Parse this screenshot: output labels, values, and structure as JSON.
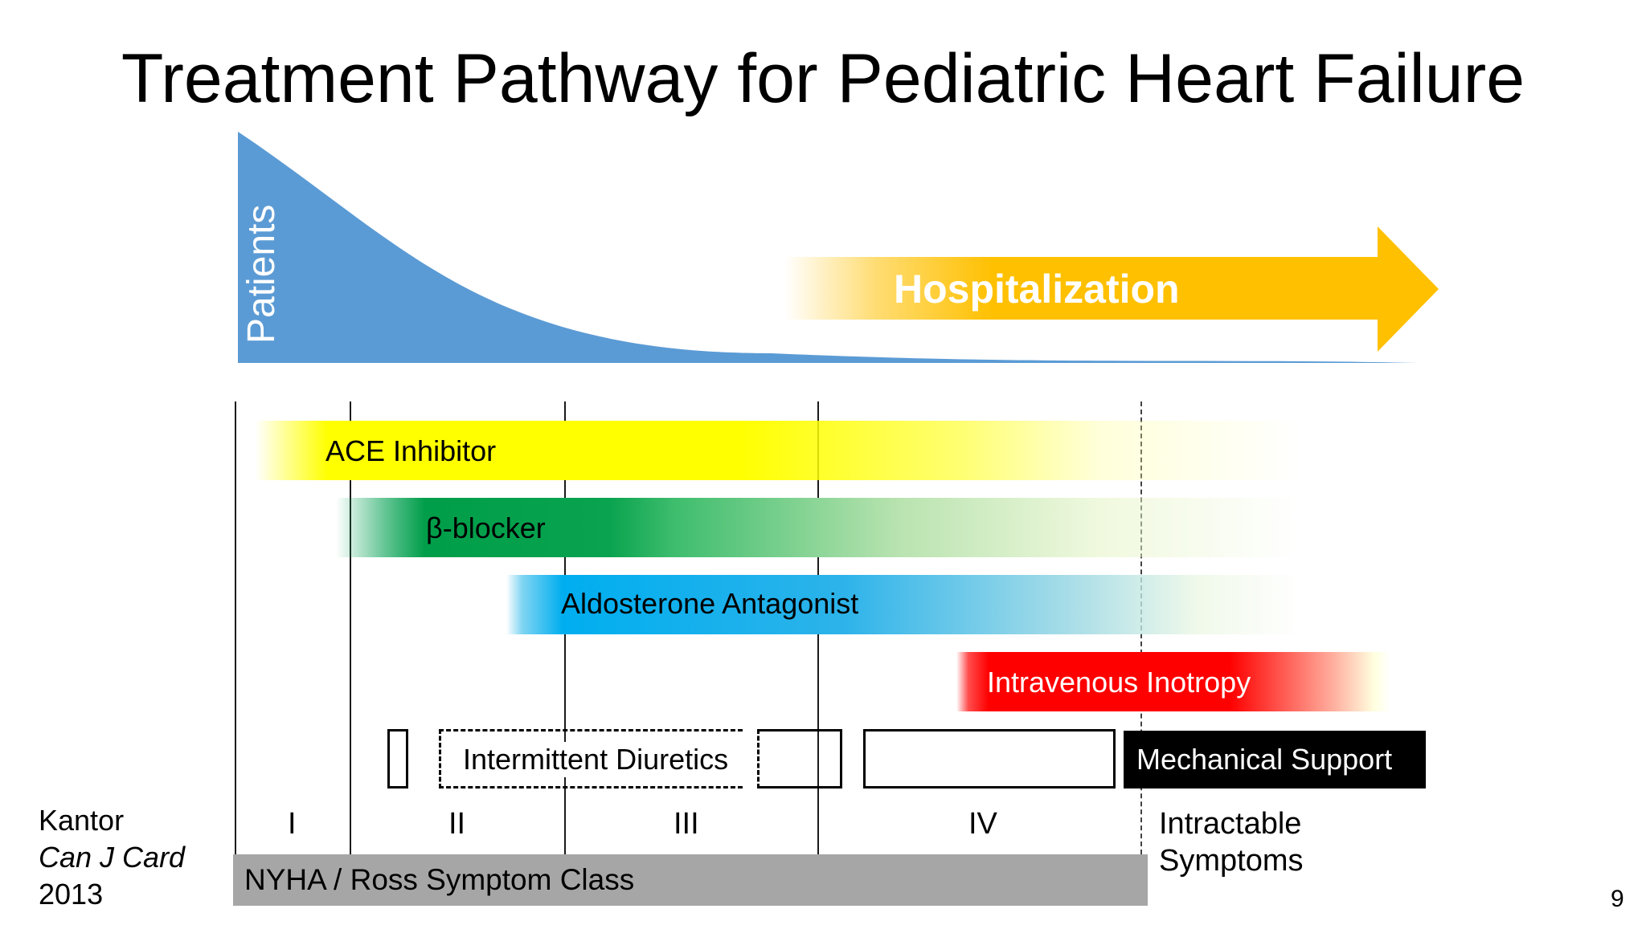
{
  "title": "Treatment Pathway for Pediatric Heart Failure",
  "curve": {
    "label": "Patients",
    "color": "#5b9bd5"
  },
  "hospitalization": {
    "label": "Hospitalization",
    "color": "#ffc000"
  },
  "therapies": {
    "ace": {
      "label": "ACE Inhibitor",
      "color": "#ffff00"
    },
    "beta": {
      "label": "β-blocker",
      "color": "#00a651"
    },
    "aldo": {
      "label": "Aldosterone Antagonist",
      "color": "#00aeef"
    },
    "iv": {
      "label": "Intravenous Inotropy",
      "color": "#ff0000"
    },
    "diuretics": {
      "label": "Intermittent Diuretics"
    },
    "mechanical": {
      "label": "Mechanical Support",
      "color": "#000000"
    }
  },
  "classes": {
    "i": "I",
    "ii": "II",
    "iii": "III",
    "iv": "IV",
    "intractable_line1": "Intractable",
    "intractable_line2": "Symptoms"
  },
  "nyha_label": "NYHA / Ross Symptom Class",
  "citation": {
    "author": "Kantor",
    "journal": "Can J Card",
    "year": "2013"
  },
  "page_number": "9"
}
